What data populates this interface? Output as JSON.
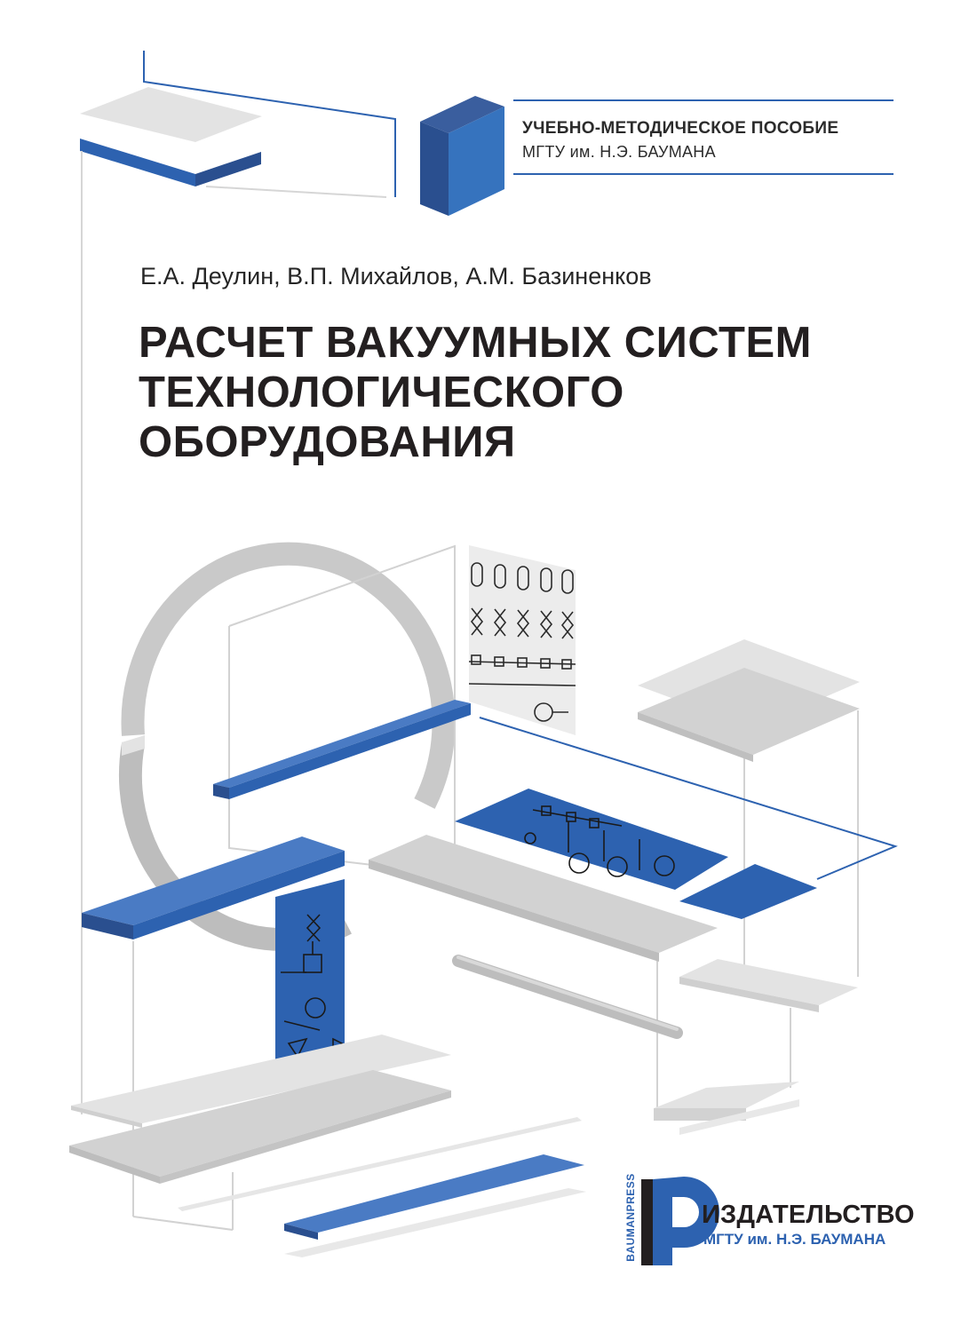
{
  "series": {
    "line1": "УЧЕБНО-МЕТОДИЧЕСКОЕ ПОСОБИЕ",
    "line2": "МГТУ им. Н.Э. БАУМАНА"
  },
  "authors": "Е.А. Деулин, В.П. Михайлов, А.М. Базиненков",
  "title": {
    "line1": "РАСЧЕТ ВАКУУМНЫХ СИСТЕМ",
    "line2": "ТЕХНОЛОГИЧЕСКОГО",
    "line3": "ОБОРУДОВАНИЯ"
  },
  "publisher": {
    "vertical": "BAUMANPRESS",
    "line1": "ИЗДАТЕЛЬСТВО",
    "line2": "МГТУ им. Н.Э. БАУМАНА"
  },
  "colors": {
    "brand_blue": "#2d62b0",
    "dark_blue": "#2a4f8f",
    "grey": "#c9c9c9",
    "light_grey": "#e3e3e3",
    "text": "#231f20"
  }
}
